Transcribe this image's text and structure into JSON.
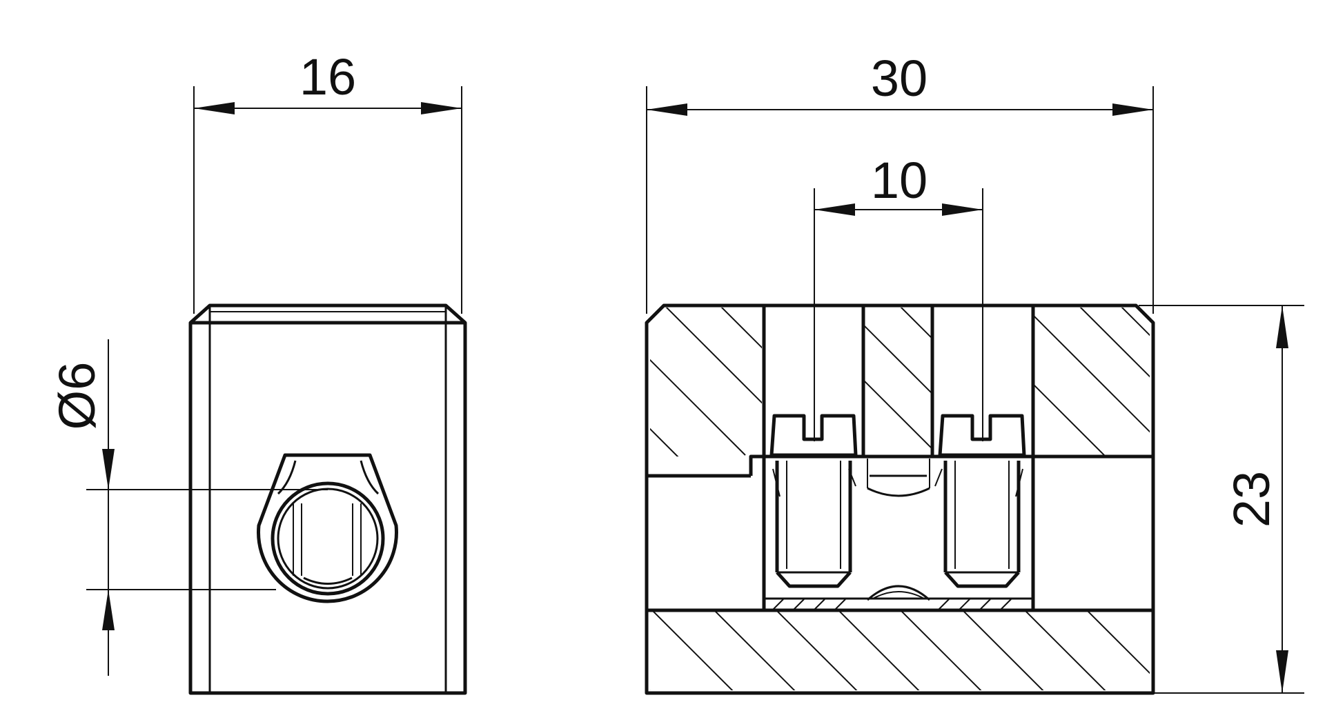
{
  "drawing": {
    "colors": {
      "line": "#111111",
      "background": "#ffffff"
    },
    "dimensions": {
      "width_side": "16",
      "diameter": "Ø6",
      "length": "30",
      "screw_spacing": "10",
      "height": "23"
    }
  }
}
